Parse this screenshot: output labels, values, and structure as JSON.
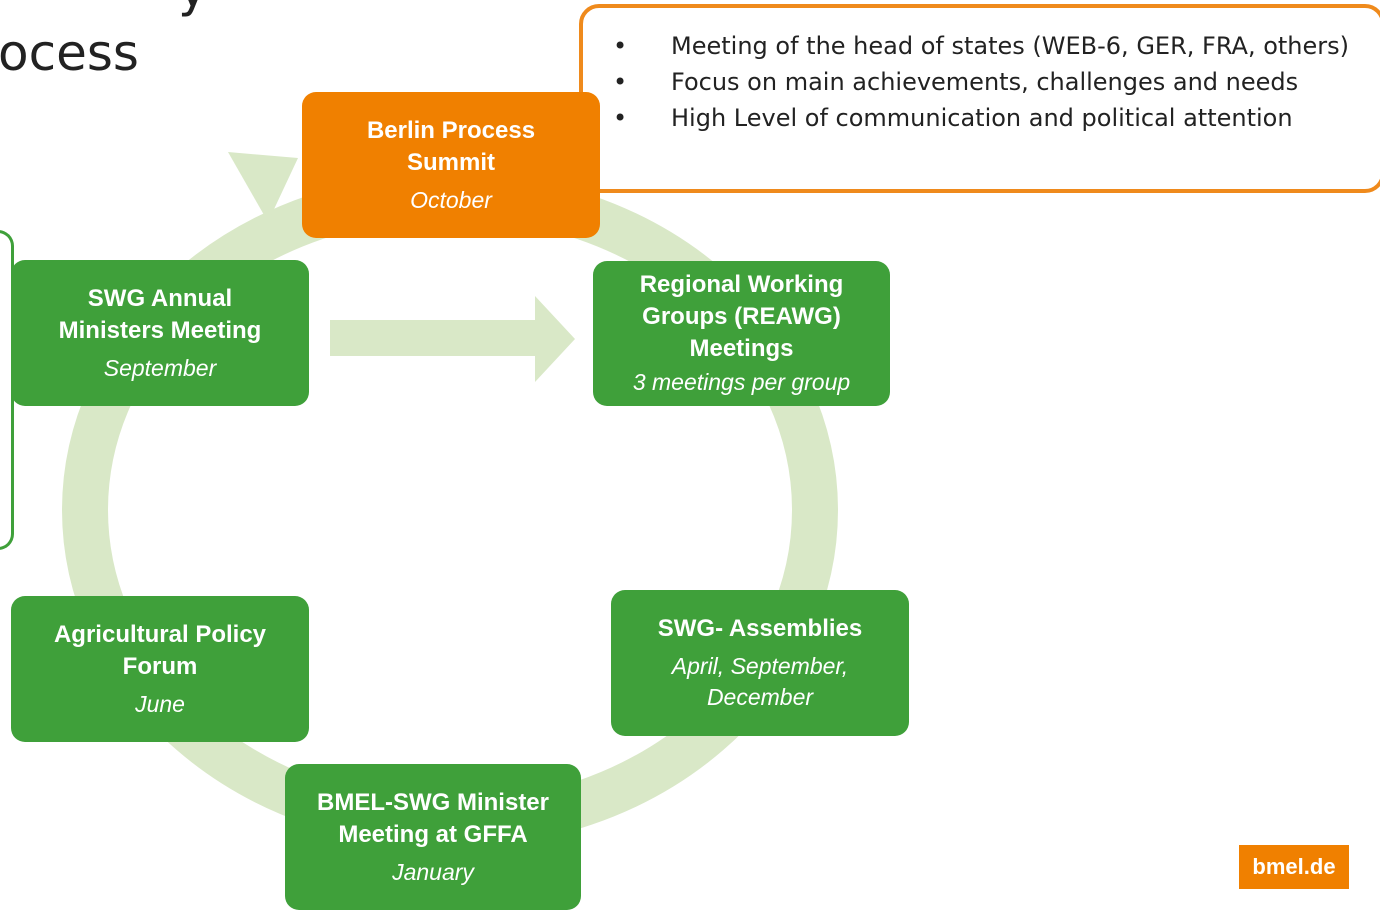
{
  "title": {
    "line1": "y",
    "line2": "ocess"
  },
  "callout": {
    "bullets": [
      "Meeting of  the head of states (WEB-6, GER, FRA, others)",
      "Focus on main achievements, challenges and needs",
      "High Level of communication and political attention"
    ]
  },
  "nodes": {
    "berlin": {
      "title": "Berlin Process Summit",
      "subtitle": "October"
    },
    "regional": {
      "title": "Regional Working Groups (REAWG) Meetings",
      "subtitle": "3 meetings per group"
    },
    "assemblies": {
      "title": "SWG- Assemblies",
      "subtitle": "April, September, December"
    },
    "bmel": {
      "title": "BMEL-SWG Minister Meeting at GFFA",
      "subtitle": "January"
    },
    "forum": {
      "title": "Agricultural Policy Forum",
      "subtitle": "June"
    },
    "annual": {
      "title": "SWG Annual Ministers Meeting",
      "subtitle": "September"
    }
  },
  "brand": {
    "label": "bmel.de"
  },
  "colors": {
    "green": "#3fa03a",
    "orange": "#f08000",
    "ring": "#d9e8c7"
  }
}
